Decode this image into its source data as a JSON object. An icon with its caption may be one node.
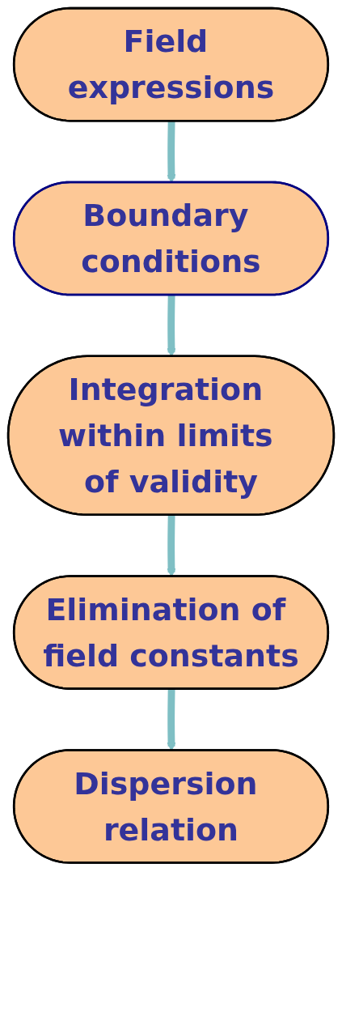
{
  "diagram": {
    "nodes": [
      {
        "text": [
          "Field expressions"
        ]
      },
      {
        "text": [
          "Boundary conditions"
        ]
      },
      {
        "text": [
          "Integration within limits of validity"
        ]
      },
      {
        "text": [
          "Elimination of field constants"
        ]
      },
      {
        "text": [
          "Dispersion relation"
        ]
      }
    ],
    "edges": [
      {
        "from": 0,
        "to": 1,
        "arrow": "to"
      },
      {
        "from": 1,
        "to": 2,
        "arrow": "to"
      },
      {
        "from": 2,
        "to": 3,
        "arrow": "to"
      },
      {
        "from": 3,
        "to": 4,
        "arrow": "to"
      }
    ]
  }
}
